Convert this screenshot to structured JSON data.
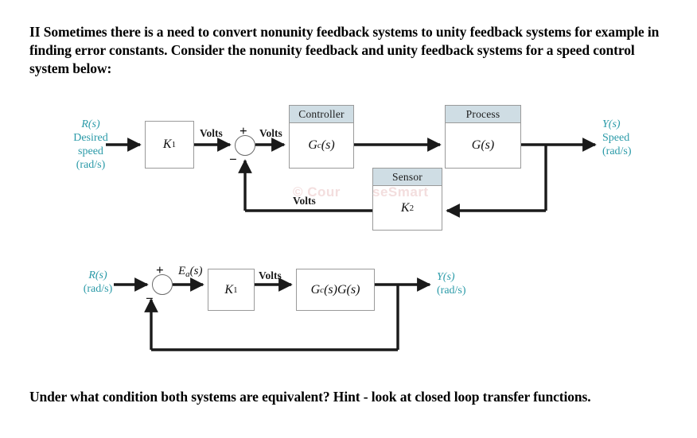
{
  "question": {
    "intro": "II Sometimes there is a need to convert nonunity feedback systems to unity feedback systems for example in finding error constants. Consider the nonunity feedback and unity feedback systems for a speed control system below:",
    "closing": "Under what condition both systems are equivalent? Hint - look at closed loop transfer functions."
  },
  "colors": {
    "label_teal": "#2a9aa8",
    "block_header": "#cfdde4",
    "block_border": "#9a9a9a",
    "line": "#1a1a1a",
    "watermark": "#f3dede"
  },
  "watermark": {
    "part1": "© Cour",
    "part2": "seSmart"
  },
  "diagram1": {
    "name": "nonunity-feedback-speed-control-system",
    "input_label": {
      "symbol": "R(s)",
      "line2": "Desired",
      "line3": "speed",
      "units": "(rad/s)"
    },
    "gain_block": {
      "label": "K",
      "subscript": "1"
    },
    "signal_labels": {
      "volts_before_sum": "Volts",
      "volts_after_sum": "Volts",
      "volts_feedback": "Volts"
    },
    "summing_junction": {
      "plus": "+",
      "minus": "−"
    },
    "controller_block": {
      "header": "Controller",
      "body_main": "G",
      "body_sub": "c",
      "body_tail": "(s)"
    },
    "process_block": {
      "header": "Process",
      "body": "G(s)"
    },
    "sensor_block": {
      "header": "Sensor",
      "body_main": "K",
      "body_sub": "2"
    },
    "output_label": {
      "symbol": "Y(s)",
      "line2": "Speed",
      "units": "(rad/s)"
    }
  },
  "diagram2": {
    "name": "unity-feedback-speed-control-system",
    "input_label": {
      "symbol": "R(s)",
      "units": "(rad/s)"
    },
    "summing_junction": {
      "plus": "+",
      "minus": "−"
    },
    "error_label": {
      "main": "E",
      "sub": "a",
      "tail": "(s)"
    },
    "gain_block": {
      "label": "K",
      "subscript": "1"
    },
    "signal_labels": {
      "volts": "Volts"
    },
    "plant_block": {
      "main1": "G",
      "sub1": "c",
      "tail1": "(s)",
      "main2": "G(s)"
    },
    "output_label": {
      "symbol": "Y(s)",
      "units": "(rad/s)"
    }
  }
}
